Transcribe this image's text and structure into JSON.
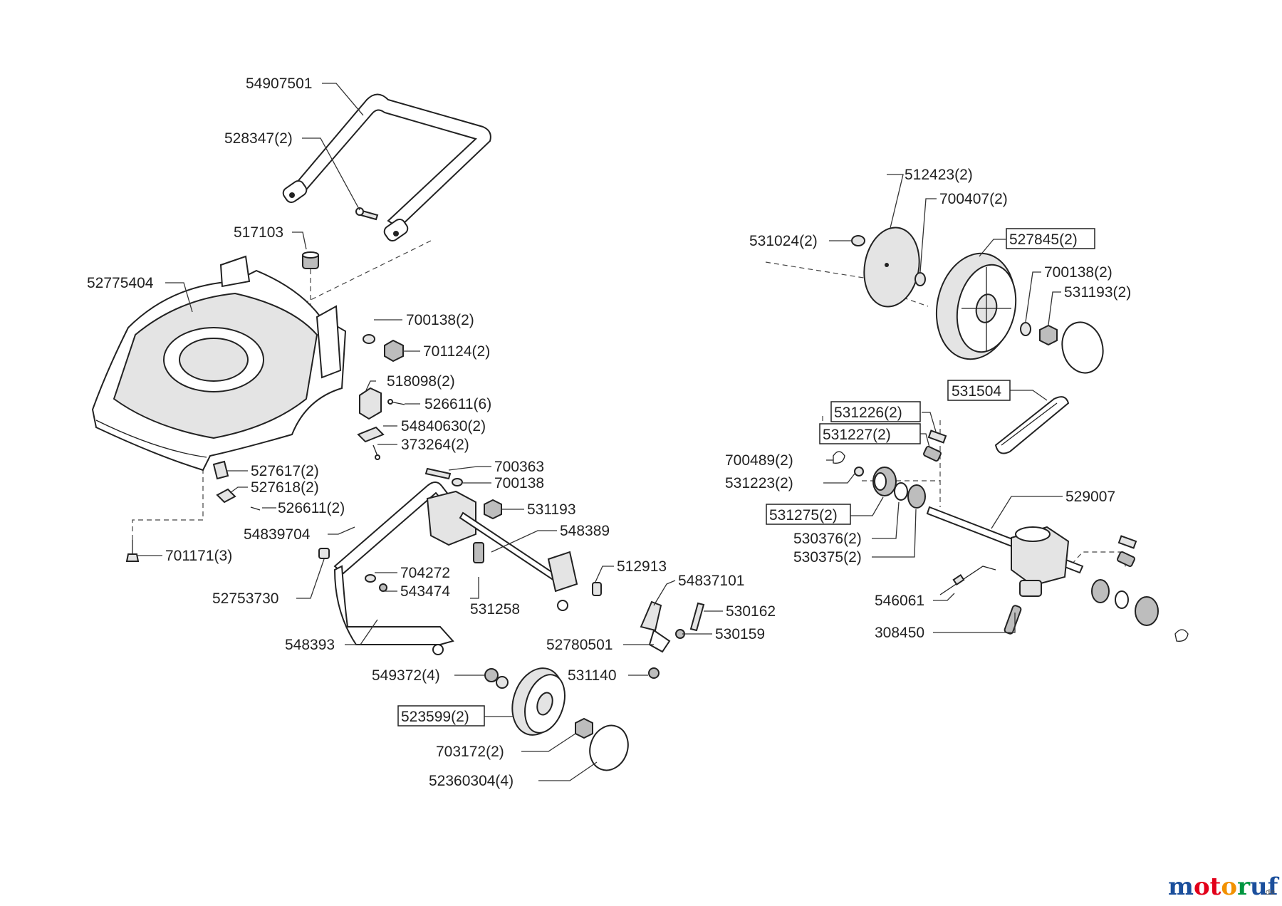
{
  "labels": {
    "handle": "54907501",
    "handle_bolt": "528347(2)",
    "plug": "517103",
    "deck": "52775404",
    "washer_a": "700138(2)",
    "nut_a": "701124(2)",
    "hinge": "518098(2)",
    "screw_a": "526611(6)",
    "plate": "54840630(2)",
    "screw_b": "373264(2)",
    "clip_a": "527617(2)",
    "clip_b": "527618(2)",
    "screw_c": "526611(2)",
    "bolt_a": "701171(3)",
    "bolt_b": "700363",
    "washer_b": "700138",
    "nut_b": "531193",
    "axle_frame": "54839704",
    "rear_axle": "548389",
    "pin": "512913",
    "washer_c": "704272",
    "ring": "543474",
    "screw_d": "52753730",
    "spring_a": "531258",
    "front_axle": "548393",
    "lever": "54837101",
    "bolt_c": "530162",
    "nut_c": "530159",
    "lever_arm": "52780501",
    "nut_d": "531140",
    "bearing": "549372(4)",
    "front_wheel": "523599(2)",
    "nut_e": "703172(2)",
    "hubcap_front": "52360304(4)",
    "hub_disc": "512423(2)",
    "spacer": "700407(2)",
    "washer_d": "531024(2)",
    "rear_wheel": "527845(2)",
    "washer_e": "700138(2)",
    "nut_f": "531193(2)",
    "belt": "531504",
    "key_a": "531226(2)",
    "spring_b": "531227(2)",
    "clip_c": "700489(2)",
    "washer_f": "531223(2)",
    "pinion": "531275(2)",
    "ring_a": "530376(2)",
    "ring_b": "530375(2)",
    "gearbox": "529007",
    "cable_rod": "546061",
    "spring_c": "308450"
  },
  "boxed_labels": [
    "rear_wheel",
    "belt",
    "key_a",
    "spring_b",
    "pinion",
    "front_wheel"
  ],
  "watermark": {
    "brand": "motoruf",
    "tld": ".de",
    "letter_colors": [
      "#1b4f9c",
      "#e2001a",
      "#e2001a",
      "#f29100",
      "#009640",
      "#1b4f9c",
      "#1b4f9c"
    ]
  }
}
